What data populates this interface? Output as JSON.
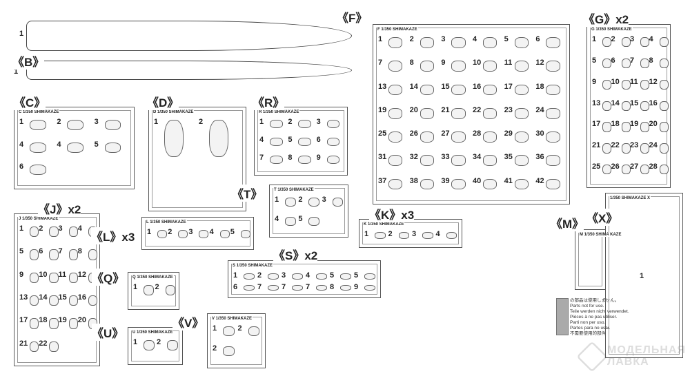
{
  "sprues": [
    {
      "id": "A",
      "title": "",
      "tag": "",
      "parts": [
        "1"
      ]
    },
    {
      "id": "B",
      "title": "《B》",
      "tag": "",
      "parts": [
        "1"
      ]
    },
    {
      "id": "C",
      "title": "《C》",
      "tag": "C 1/350 SHIMAKAZE",
      "parts": [
        "1",
        "2",
        "3",
        "4",
        "4",
        "5",
        "6"
      ]
    },
    {
      "id": "D",
      "title": "《D》",
      "tag": "D 1/350 SHIMAKAZE",
      "parts": [
        "1",
        "2"
      ]
    },
    {
      "id": "R",
      "title": "《R》",
      "tag": "R 1/350 SHIMAKAZE",
      "parts": [
        "1",
        "2",
        "3",
        "4",
        "5",
        "6",
        "7",
        "8",
        "9"
      ]
    },
    {
      "id": "T",
      "title": "《T》",
      "tag": "T 1/350 SHIMAKAZE",
      "parts": [
        "1",
        "2",
        "3",
        "4",
        "5"
      ]
    },
    {
      "id": "F",
      "title": "《F》",
      "tag": "F 1/350 SHIMAKAZE",
      "parts": [
        "1",
        "2",
        "3",
        "4",
        "5",
        "6",
        "7",
        "8",
        "9",
        "10",
        "11",
        "12",
        "13",
        "14",
        "15",
        "16",
        "17",
        "18",
        "19",
        "20",
        "21",
        "22",
        "23",
        "24",
        "25",
        "26",
        "27",
        "28",
        "29",
        "30",
        "31",
        "32",
        "33",
        "34",
        "35",
        "36",
        "37",
        "38",
        "39",
        "40",
        "41",
        "42"
      ]
    },
    {
      "id": "G",
      "title": "《G》x2",
      "tag": "G 1/350 SHIMAKAZE",
      "parts": [
        "1",
        "2",
        "3",
        "4",
        "5",
        "6",
        "7",
        "8",
        "9",
        "10",
        "11",
        "12",
        "13",
        "14",
        "15",
        "16",
        "17",
        "18",
        "19",
        "20",
        "21",
        "22",
        "23",
        "24",
        "25",
        "26",
        "27",
        "28"
      ]
    },
    {
      "id": "J",
      "title": "《J》x2",
      "tag": "J 1/350 SHIMAKAZE",
      "parts": [
        "1",
        "2",
        "3",
        "4",
        "5",
        "6",
        "7",
        "8",
        "9",
        "10",
        "11",
        "12",
        "13",
        "14",
        "15",
        "16",
        "17",
        "18",
        "19",
        "20",
        "21",
        "22"
      ]
    },
    {
      "id": "L",
      "title": "《L》x3",
      "tag": "L 1/350 SHIMAKAZE",
      "parts": [
        "1",
        "2",
        "3",
        "4",
        "5"
      ]
    },
    {
      "id": "K",
      "title": "《K》x3",
      "tag": "K 1/350 SHIMAKAZE",
      "parts": [
        "1",
        "2",
        "3",
        "4"
      ]
    },
    {
      "id": "S",
      "title": "《S》x2",
      "tag": "S 1/350 SHIMAKAZE",
      "parts": [
        "1",
        "2",
        "3",
        "4",
        "5",
        "5",
        "6",
        "7",
        "7",
        "7",
        "8",
        "9"
      ]
    },
    {
      "id": "Q",
      "title": "《Q》",
      "tag": "Q 1/350 SHIMAKAZE",
      "parts": [
        "1",
        "2"
      ]
    },
    {
      "id": "U",
      "title": "《U》",
      "tag": "U 1/350 SHIMAKAZE",
      "parts": [
        "1",
        "2"
      ]
    },
    {
      "id": "V",
      "title": "《V》",
      "tag": "V 1/350 SHIMAKAZE",
      "parts": [
        "1",
        "2",
        "2"
      ]
    },
    {
      "id": "M",
      "title": "《M》",
      "tag": "M 1/350 SHIMA KAZE",
      "parts": []
    },
    {
      "id": "X",
      "title": "《X》",
      "tag": "1/350 SHIMAKAZE X",
      "parts": [
        "1"
      ]
    }
  ],
  "legend": {
    "lines": [
      "の部品は使用しません。",
      "Parts not for use.",
      "Teile werden nicht verwendet.",
      "Pièces à ne pas utiliser.",
      "Parti non per uso.",
      "Partes para no usar.",
      "不需要使用的部件"
    ]
  },
  "watermark": [
    "МОДЕЛЬНАЯ",
    "ЛАВКА"
  ]
}
